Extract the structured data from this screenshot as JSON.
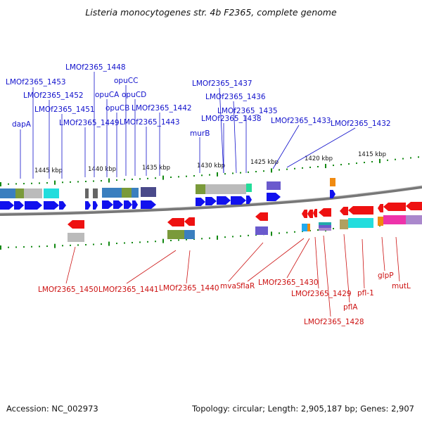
{
  "title": "Listeria monocytogenes str. 4b F2365, complete genome",
  "footer": {
    "accession": "Accession: NC_002973",
    "summary": "Topology: circular; Length: 2,905,187 bp; Genes: 2,907"
  },
  "colors": {
    "forward": "#1111ee",
    "reverse": "#ee1111",
    "backbone": "#777777",
    "tick": "#118811",
    "forward_label": "#1111cc",
    "reverse_label": "#cc1111"
  },
  "scale_labels": [
    "1445 kbp",
    "1440 kbp",
    "1435 kbp",
    "1430 kbp",
    "1425 kbp",
    "1420 kbp",
    "1415 kbp"
  ],
  "forward_labels": [
    "dapA",
    "LMOf2365_1453",
    "LMOf2365_1452",
    "LMOf2365_1451",
    "LMOf2365_1449",
    "LMOf2365_1448",
    "opuCA",
    "opuCB",
    "opuCC",
    "opuCD",
    "LMOf2365_1443",
    "LMOf2365_1442",
    "murB",
    "LMOf2365_1438",
    "LMOf2365_1437",
    "LMOf2365_1436",
    "LMOf2365_1435",
    "LMOf2365_1433",
    "LMOf2365_1432"
  ],
  "reverse_labels": [
    "LMOf2365_1450",
    "LMOf2365_1441",
    "LMOf2365_1440",
    "mvaS",
    "flaR",
    "LMOf2365_1430",
    "LMOf2365_1429",
    "LMOf2365_1428",
    "pflA",
    "pfl-1",
    "glpP",
    "mutL"
  ]
}
